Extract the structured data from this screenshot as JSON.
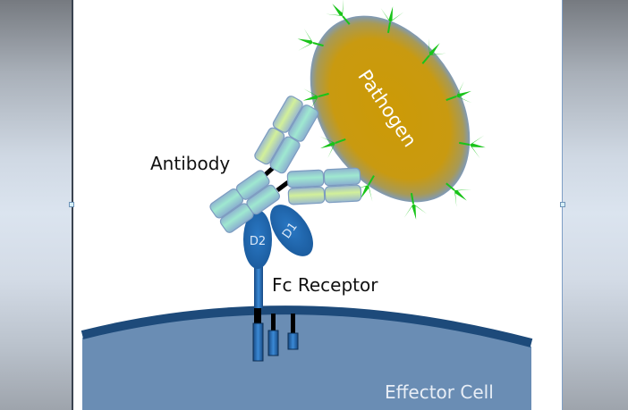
{
  "diagram": {
    "labels": {
      "antibody": "Antibody",
      "fc_receptor": "Fc Receptor",
      "effector_cell": "Effector Cell",
      "pathogen": "Pathogen",
      "domain_d1": "D1",
      "domain_d2": "D2"
    },
    "colors": {
      "pathogen_fill": "#cc9a06",
      "pathogen_edge": "#7f9ab8",
      "antigen_spike": "#19c419",
      "antibody_segment_a": "#8fd8c8",
      "antibody_segment_b": "#c5e89a",
      "antibody_edge": "#7d9cc0",
      "receptor_fill": "#1f62a8",
      "cell_fill": "#6a8db4",
      "cell_membrane": "#1d4a7a",
      "hinge": "#000000"
    }
  },
  "canvas": {
    "handles": [
      "left-middle",
      "right-middle"
    ]
  }
}
